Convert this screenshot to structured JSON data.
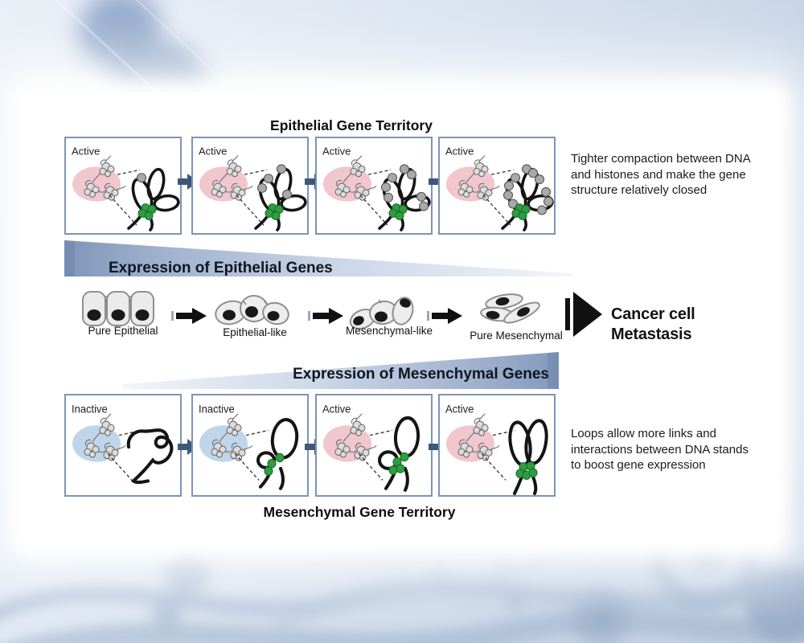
{
  "figure": {
    "top_section": {
      "title": "Epithelial Gene Territory",
      "panels": [
        {
          "label": "Active",
          "state": "active",
          "gray_beads": 1,
          "green_beads": 4
        },
        {
          "label": "Active",
          "state": "active",
          "gray_beads": 4,
          "green_beads": 4
        },
        {
          "label": "Active",
          "state": "active",
          "gray_beads": 7,
          "green_beads": 4
        },
        {
          "label": "Active",
          "state": "active",
          "gray_beads": 10,
          "green_beads": 4
        }
      ],
      "note": "Tighter compaction  between DNA and histones and make the gene structure relatively closed"
    },
    "epithelial_wedge_label": "Expression of Epithelial Genes",
    "cell_stages": [
      {
        "label": "Pure Epithelial"
      },
      {
        "label": "Epithelial-like"
      },
      {
        "label": "Mesenchymal-like"
      },
      {
        "label": "Pure Mesenchymal"
      }
    ],
    "outcome": {
      "line1": "Cancer cell",
      "line2": "Metastasis"
    },
    "mesenchymal_wedge_label": "Expression of Mesenchymal Genes",
    "bottom_section": {
      "title": "Mesenchymal Gene Territory",
      "panels": [
        {
          "label": "Inactive",
          "state": "inactive",
          "green_beads": 0
        },
        {
          "label": "Inactive",
          "state": "inactive",
          "green_beads": 3
        },
        {
          "label": "Active",
          "state": "active",
          "green_beads": 4
        },
        {
          "label": "Active",
          "state": "active",
          "green_beads": 5
        }
      ],
      "note": "Loops allow more links and interactions between DNA stands to boost gene expression"
    },
    "colors": {
      "panel_border": "#7d93b8",
      "active_ellipse_pink": "#f0c3ca",
      "inactive_ellipse_blue": "#bcd3e8",
      "histone_gray": "#a9a9a9",
      "bead_green": "#2f9e41",
      "panel_arrow": "#3e5878",
      "wedge_blue": "#7e95ba",
      "cell_fill": "#ebebeb",
      "loop_black": "#141414"
    }
  }
}
